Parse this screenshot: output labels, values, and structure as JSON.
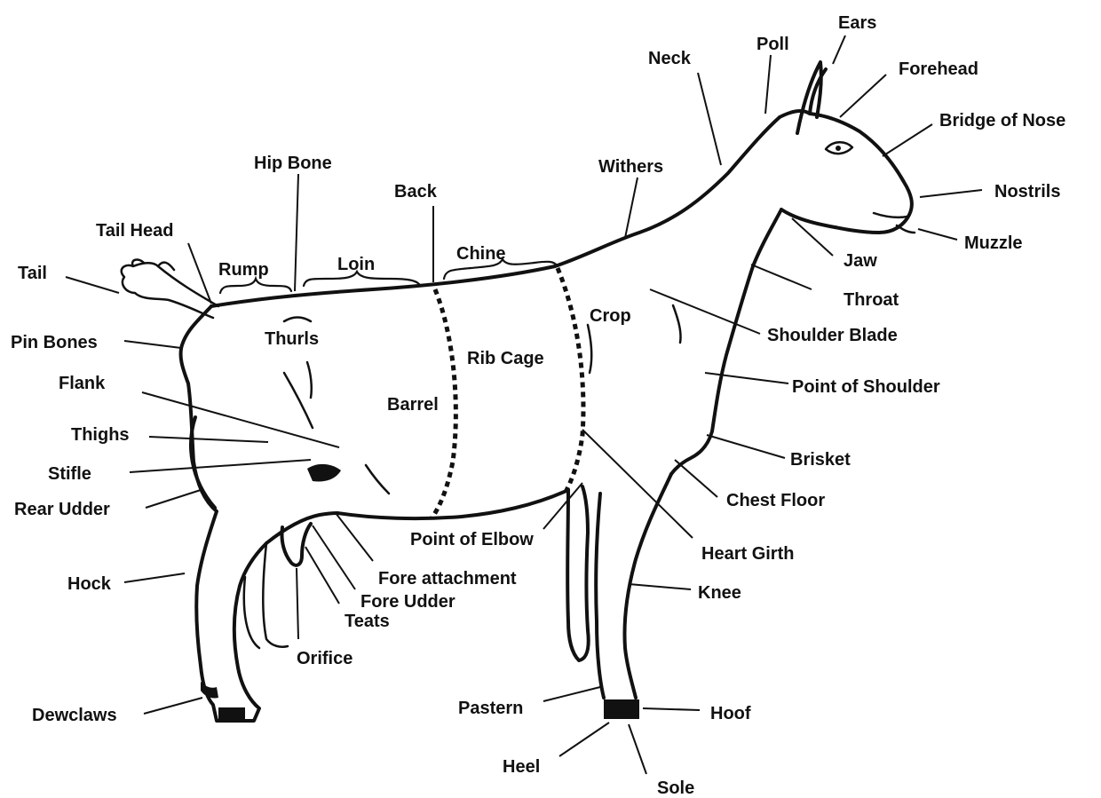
{
  "labels": {
    "ears": "Ears",
    "poll": "Poll",
    "forehead": "Forehead",
    "neck": "Neck",
    "bridge_of_nose": "Bridge of Nose",
    "withers": "Withers",
    "hip_bone": "Hip Bone",
    "nostrils": "Nostrils",
    "back": "Back",
    "tail_head": "Tail Head",
    "chine": "Chine",
    "muzzle": "Muzzle",
    "rump": "Rump",
    "loin": "Loin",
    "tail": "Tail",
    "jaw": "Jaw",
    "throat": "Throat",
    "crop": "Crop",
    "thurls": "Thurls",
    "shoulder_blade": "Shoulder Blade",
    "pin_bones": "Pin Bones",
    "rib_cage": "Rib Cage",
    "flank": "Flank",
    "point_of_shoulder": "Point of Shoulder",
    "barrel": "Barrel",
    "thighs": "Thighs",
    "brisket": "Brisket",
    "stifle": "Stifle",
    "chest_floor": "Chest Floor",
    "rear_udder": "Rear Udder",
    "point_of_elbow": "Point of Elbow",
    "heart_girth": "Heart Girth",
    "fore_attachment": "Fore attachment",
    "hock": "Hock",
    "knee": "Knee",
    "fore_udder": "Fore Udder",
    "teats": "Teats",
    "orifice": "Orifice",
    "pastern": "Pastern",
    "hoof": "Hoof",
    "dewclaws": "Dewclaws",
    "heel": "Heel",
    "sole": "Sole"
  }
}
